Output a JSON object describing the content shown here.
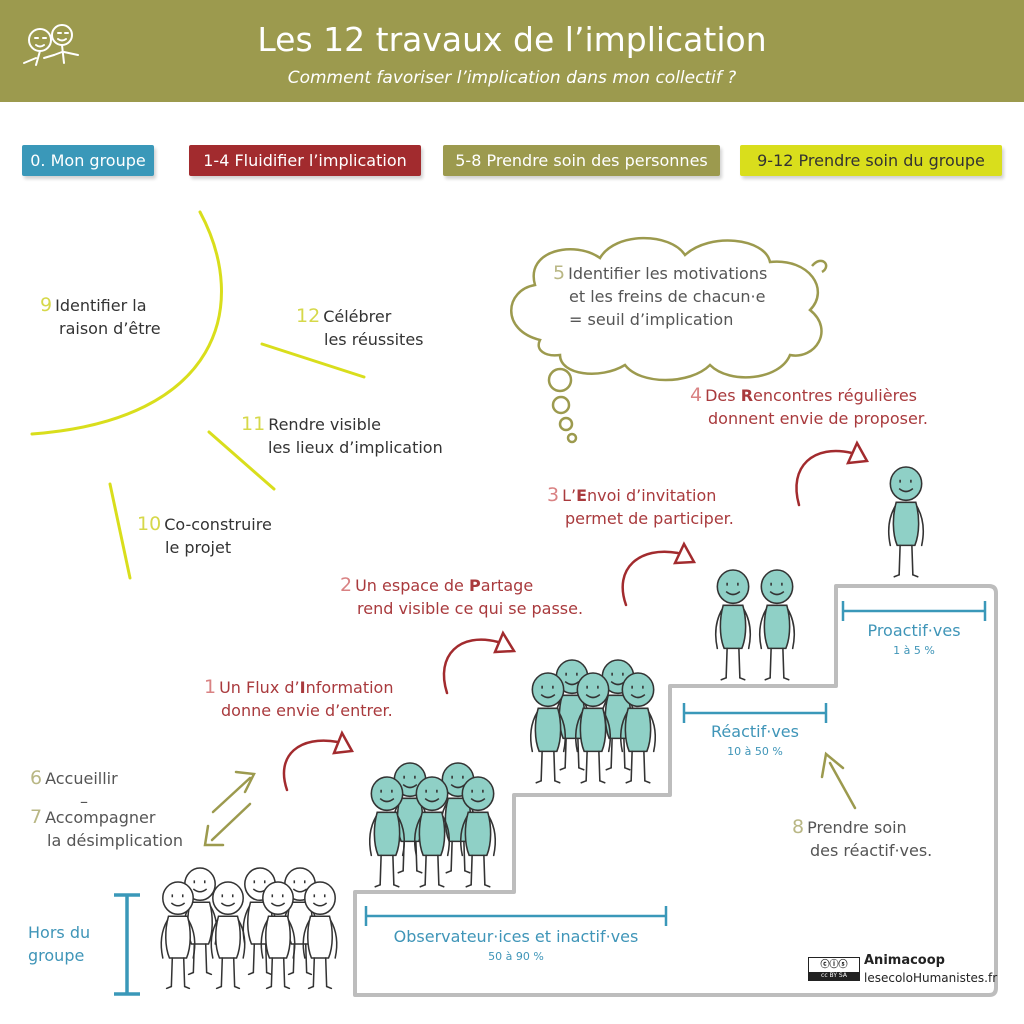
{
  "header": {
    "title": "Les 12 travaux de l’implication",
    "subtitle": "Comment favoriser l’implication dans mon collectif ?"
  },
  "legend": [
    {
      "label": "0. Mon groupe",
      "color": "#3a98b9"
    },
    {
      "label": "1-4 Fluidifier l’implication",
      "color": "#a22b2e"
    },
    {
      "label": "5-8 Prendre soin des personnes",
      "color": "#9c9a4e"
    },
    {
      "label": "9-12 Prendre soin du groupe",
      "color": "#d9de1c"
    }
  ],
  "steps": {
    "s1": {
      "num": "1",
      "line1_pre": "Un Flux d’",
      "line1_bold": "I",
      "line1_post": "nformation",
      "line2": "donne envie d’entrer."
    },
    "s2": {
      "num": "2",
      "line1_pre": "Un espace de ",
      "line1_bold": "P",
      "line1_post": "artage",
      "line2": "rend visible ce qui se passe."
    },
    "s3": {
      "num": "3",
      "line1_pre": "L’",
      "line1_bold": "E",
      "line1_post": "nvoi d’invitation",
      "line2": "permet de participer."
    },
    "s4": {
      "num": "4",
      "line1_pre": "Des ",
      "line1_bold": "R",
      "line1_post": "encontres régulières",
      "line2": "donnent envie de proposer."
    },
    "s5": {
      "num": "5",
      "line1": "Identifier les motivations",
      "line2": "et les freins de chacun·e",
      "line3": "= seuil d’implication"
    },
    "s6": {
      "num": "6",
      "label": "Accueillir",
      "dash": "–"
    },
    "s7": {
      "num": "7",
      "line1": "Accompagner",
      "line2": "la désimplication"
    },
    "s8": {
      "num": "8",
      "line1": "Prendre soin",
      "line2": "des réactif·ves."
    },
    "s9": {
      "num": "9",
      "line1": "Identifier la",
      "line2": "raison d’être"
    },
    "s10": {
      "num": "10",
      "line1": "Co-construire",
      "line2": "le projet"
    },
    "s11": {
      "num": "11",
      "line1": "Rendre visible",
      "line2": "les lieux d’implication"
    },
    "s12": {
      "num": "12",
      "line1": "Célébrer",
      "line2": "les réussites"
    }
  },
  "levels": {
    "hors": {
      "line1": "Hors du",
      "line2": "groupe"
    },
    "observateurs": {
      "name": "Observateur·ices et inactif·ves",
      "pct": "50 à 90 %"
    },
    "reactifs": {
      "name": "Réactif·ves",
      "pct": "10 à 50 %"
    },
    "proactifs": {
      "name": "Proactif·ves",
      "pct": "1 à 5 %"
    }
  },
  "credits": {
    "brand": "Animacoop",
    "site": "lesecoloHumanistes.fr",
    "license": "cc BY SA"
  },
  "colors": {
    "figure_fill": "#8fd0c6",
    "stairs": "#bdbdbd",
    "yellow": "#d9de1c",
    "olive": "#9c9a4e",
    "red": "#a22b2e",
    "blue": "#3a98b9"
  }
}
